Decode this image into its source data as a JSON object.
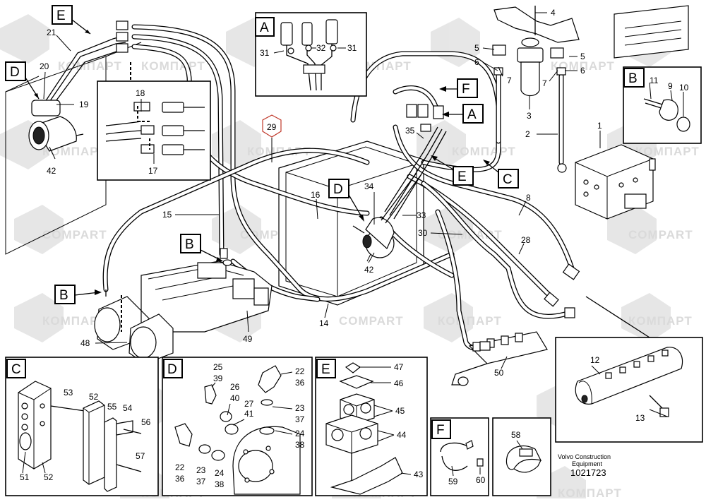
{
  "callouts": {
    "n1": "1",
    "n2": "2",
    "n3": "3",
    "n4": "4",
    "n5a": "5",
    "n5b": "5",
    "n6a": "6",
    "n6b": "6",
    "n7a": "7",
    "n7b": "7",
    "n8": "8",
    "n9": "9",
    "n10": "10",
    "n11": "11",
    "n12": "12",
    "n13": "13",
    "n14": "14",
    "n15": "15",
    "n16": "16",
    "n17": "17",
    "n18": "18",
    "n19": "19",
    "n20": "20",
    "n21": "21",
    "n28": "28",
    "n29": "29",
    "n30": "30",
    "n31a": "31",
    "n31b": "31",
    "n32": "32",
    "n33": "33",
    "n34": "34",
    "n35": "35",
    "n42a": "42",
    "n42b": "42",
    "n48": "48",
    "n49": "49",
    "n50": "50"
  },
  "view_letters": {
    "A_detail": "A",
    "A_ref": "A",
    "B_detail": "B",
    "B_ref1": "B",
    "B_ref2": "B",
    "C_ref": "C",
    "D_ref1": "D",
    "D_ref2": "D",
    "E_detail": "E",
    "E_ref": "E",
    "F_ref": "F"
  },
  "panel_C": {
    "letter": "C",
    "labels": [
      "51",
      "52",
      "52",
      "53",
      "54",
      "55",
      "56",
      "57"
    ]
  },
  "panel_D": {
    "letter": "D",
    "labels": [
      "22",
      "36",
      "23",
      "37",
      "24",
      "38",
      "25",
      "39",
      "26",
      "40",
      "27",
      "41",
      "22",
      "36",
      "23",
      "37",
      "24",
      "38"
    ]
  },
  "panel_E": {
    "letter": "E",
    "labels": [
      "47",
      "46",
      "45",
      "44",
      "43"
    ]
  },
  "panel_F": {
    "letter": "F",
    "labels": [
      "59",
      "60"
    ]
  },
  "panel_58": {
    "labels": [
      "58"
    ]
  },
  "caption": {
    "line1": "Volvo Construction",
    "line2": "Equipment",
    "figure": "1021723"
  },
  "watermark": {
    "text_en": "COMPART",
    "text_ru": "КОМПАРТ"
  }
}
